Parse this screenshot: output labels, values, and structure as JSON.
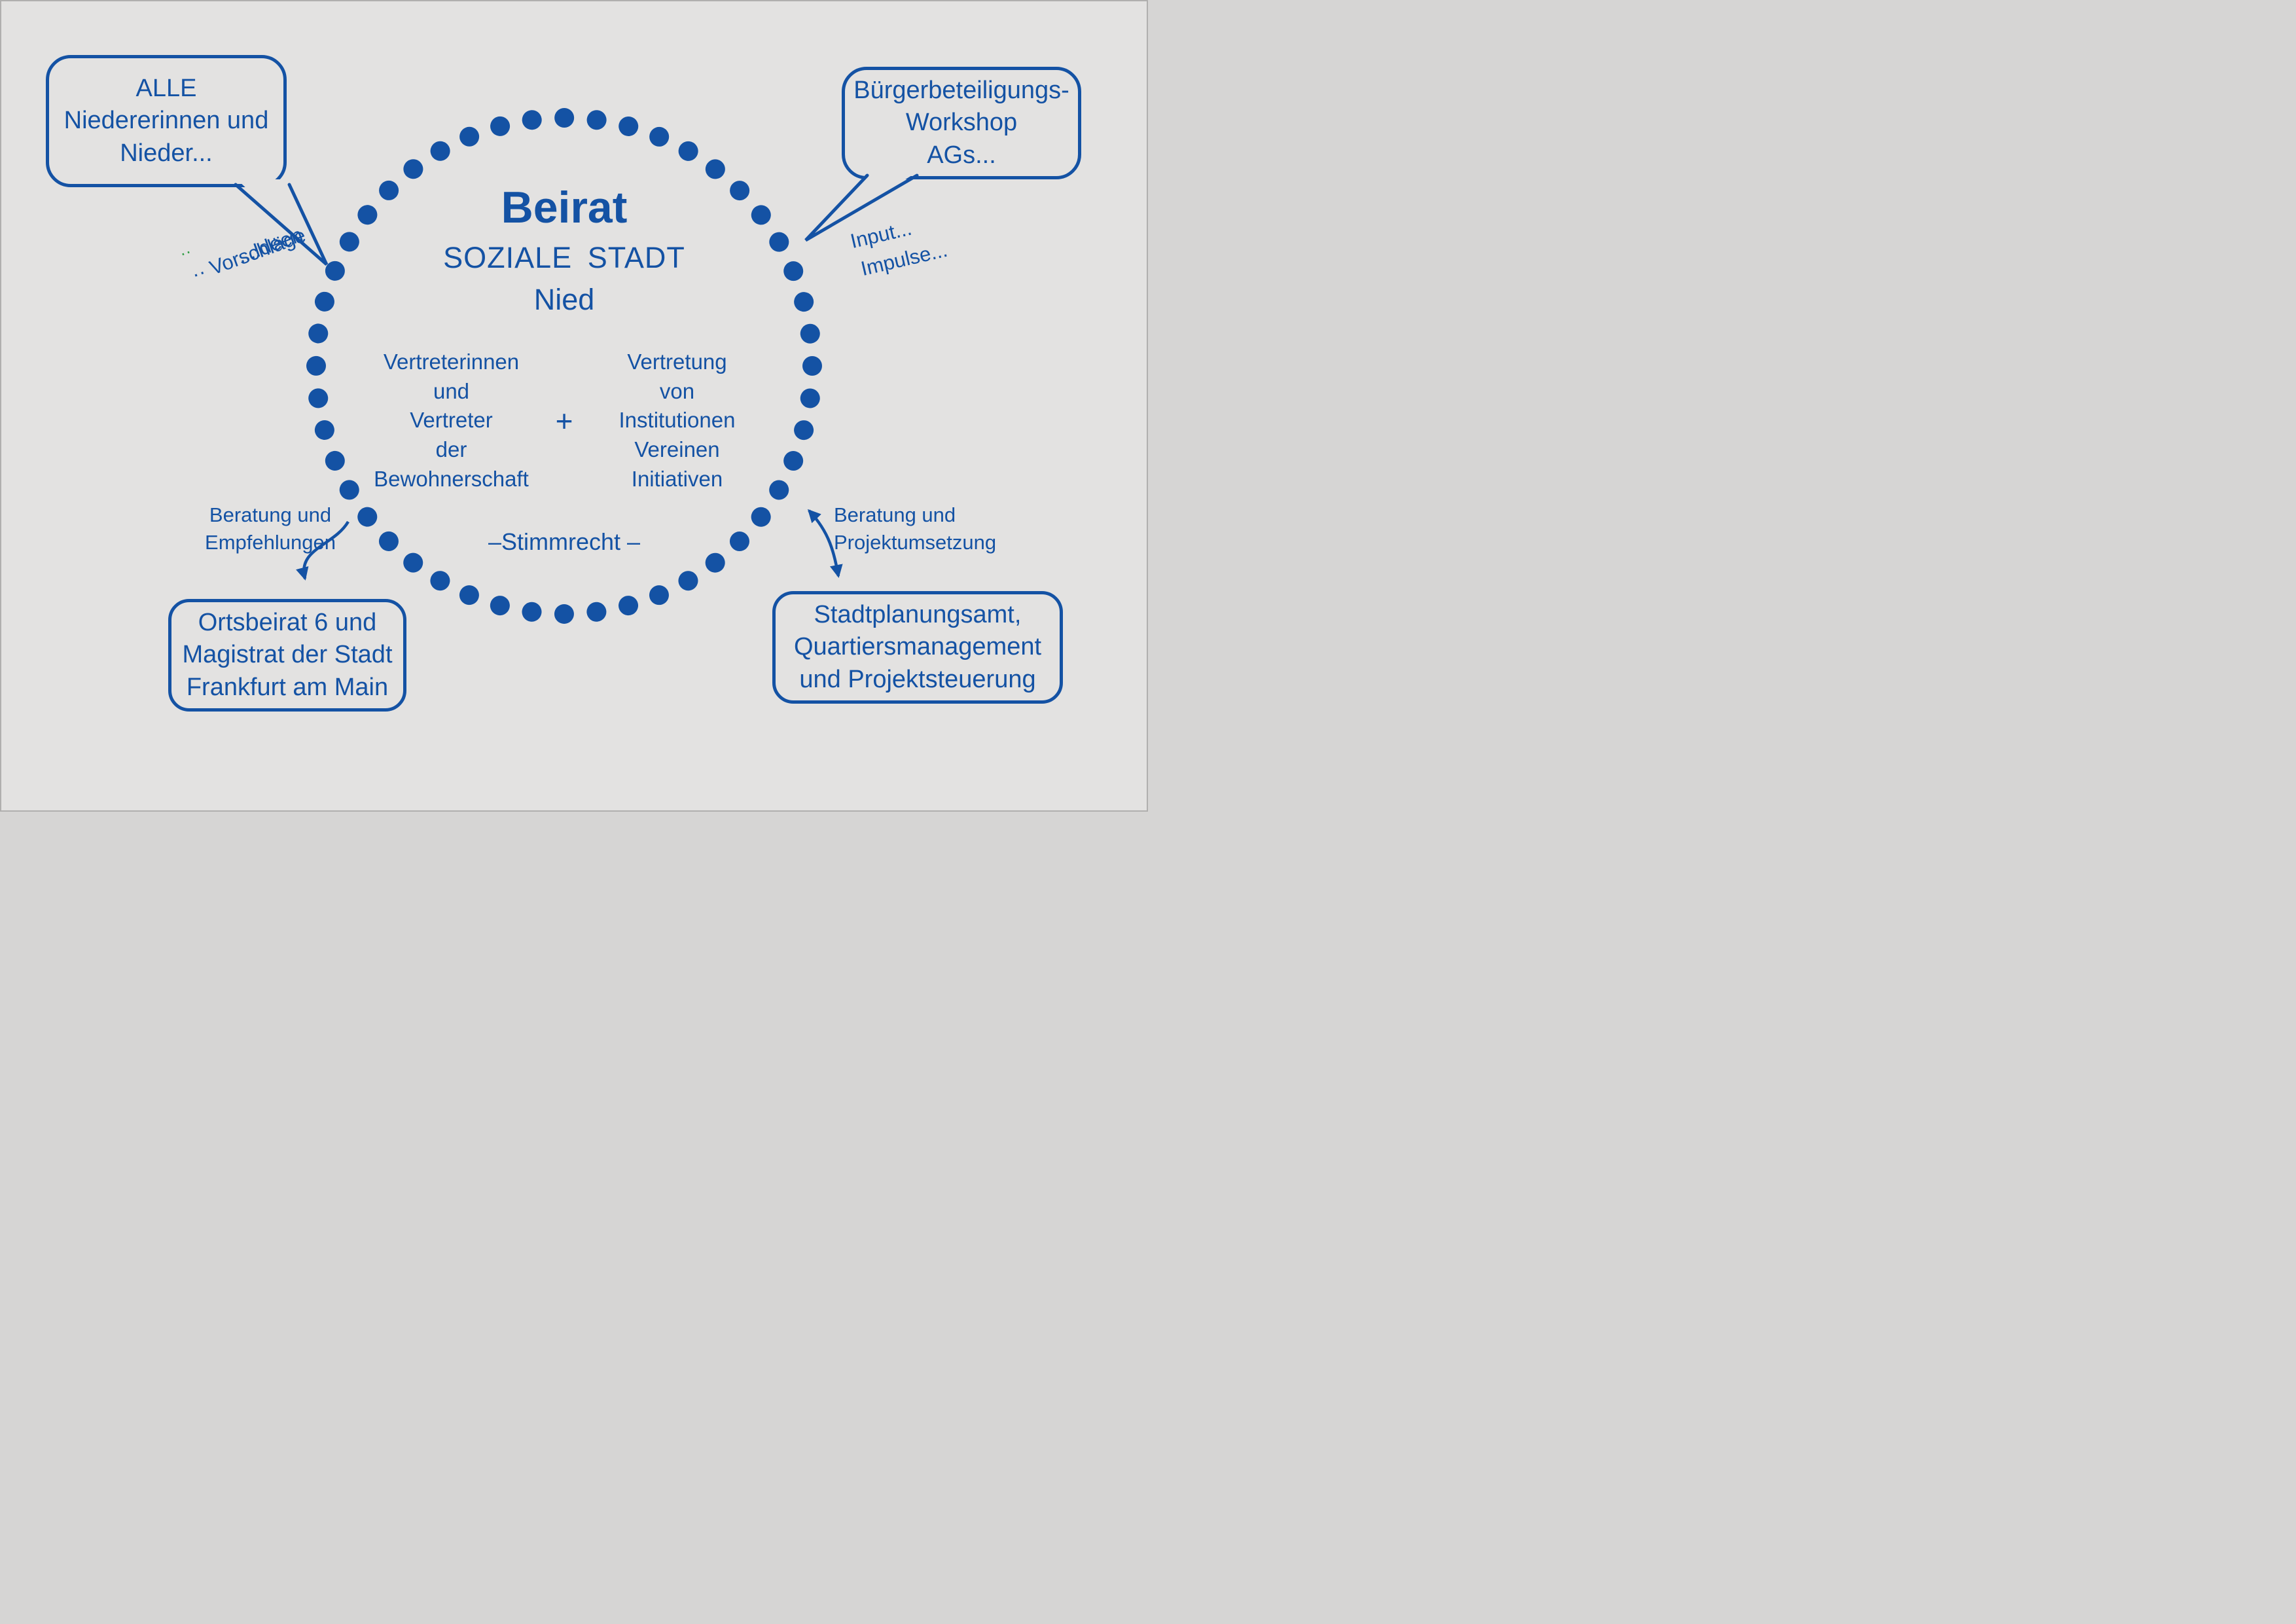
{
  "colors": {
    "blue": "#1452a4",
    "background": "#e3e2e1",
    "green_artifact": "#2f9e44"
  },
  "center": {
    "title": "Beirat",
    "subtitle_line1": "SOZIALE STADT",
    "subtitle_line2": "Nied",
    "left_column": "Vertreterinnen\nund\nVertreter\nder\nBewohnerschaft",
    "plus_sign": "+",
    "right_column": "Vertretung\nvon\nInstitutionen\nVereinen\nInitiativen",
    "voting_note": "–Stimmrecht –"
  },
  "bubbles": {
    "top_left": "ALLE\nNiedererinnen und\nNieder...",
    "top_right": "Bürgerbeteiligungs-\nWorkshop\nAGs...",
    "bottom_left": "Ortsbeirat 6 und\nMagistrat der Stadt\nFrankfurt am Main",
    "bottom_right": "Stadtplanungsamt,\nQuartiersmanagement\nund Projektsteuerung"
  },
  "labels": {
    "ideen": "...Ideen",
    "vorschlaege": "·· Vorschläge",
    "artifact_dots": "··",
    "input": "Input...",
    "impulse": "Impulse...",
    "advice_left": "Beratung und\nEmpfehlungen",
    "advice_right": "Beratung und\nProjektumsetzung"
  }
}
